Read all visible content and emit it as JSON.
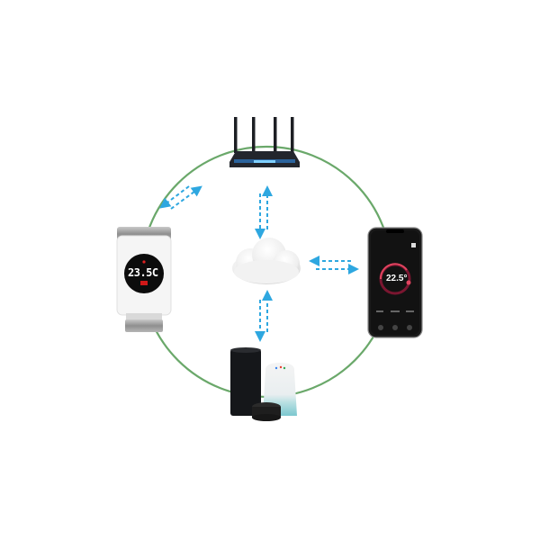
{
  "diagram": {
    "type": "smart-home-connectivity",
    "ring_color": "#6aa86a",
    "arrow_color": "#2ea7e0",
    "nodes": [
      {
        "id": "router",
        "label": "Wi-Fi router",
        "position": "top"
      },
      {
        "id": "thermostat",
        "label": "Smart radiator thermostat",
        "position": "left"
      },
      {
        "id": "phone",
        "label": "Smartphone app",
        "position": "right"
      },
      {
        "id": "speakers",
        "label": "Smart speakers",
        "position": "bottom"
      },
      {
        "id": "cloud",
        "label": "Cloud",
        "position": "center"
      }
    ],
    "links": [
      {
        "from": "thermostat",
        "to": "router",
        "style": "bidirectional-dashed"
      },
      {
        "from": "router",
        "to": "cloud",
        "style": "bidirectional-dashed"
      },
      {
        "from": "cloud",
        "to": "phone",
        "style": "bidirectional-dashed"
      },
      {
        "from": "cloud",
        "to": "speakers",
        "style": "bidirectional-dashed"
      }
    ]
  },
  "thermostat": {
    "display_temp": "23.5C"
  },
  "phone": {
    "display_temp": "22.5°"
  }
}
